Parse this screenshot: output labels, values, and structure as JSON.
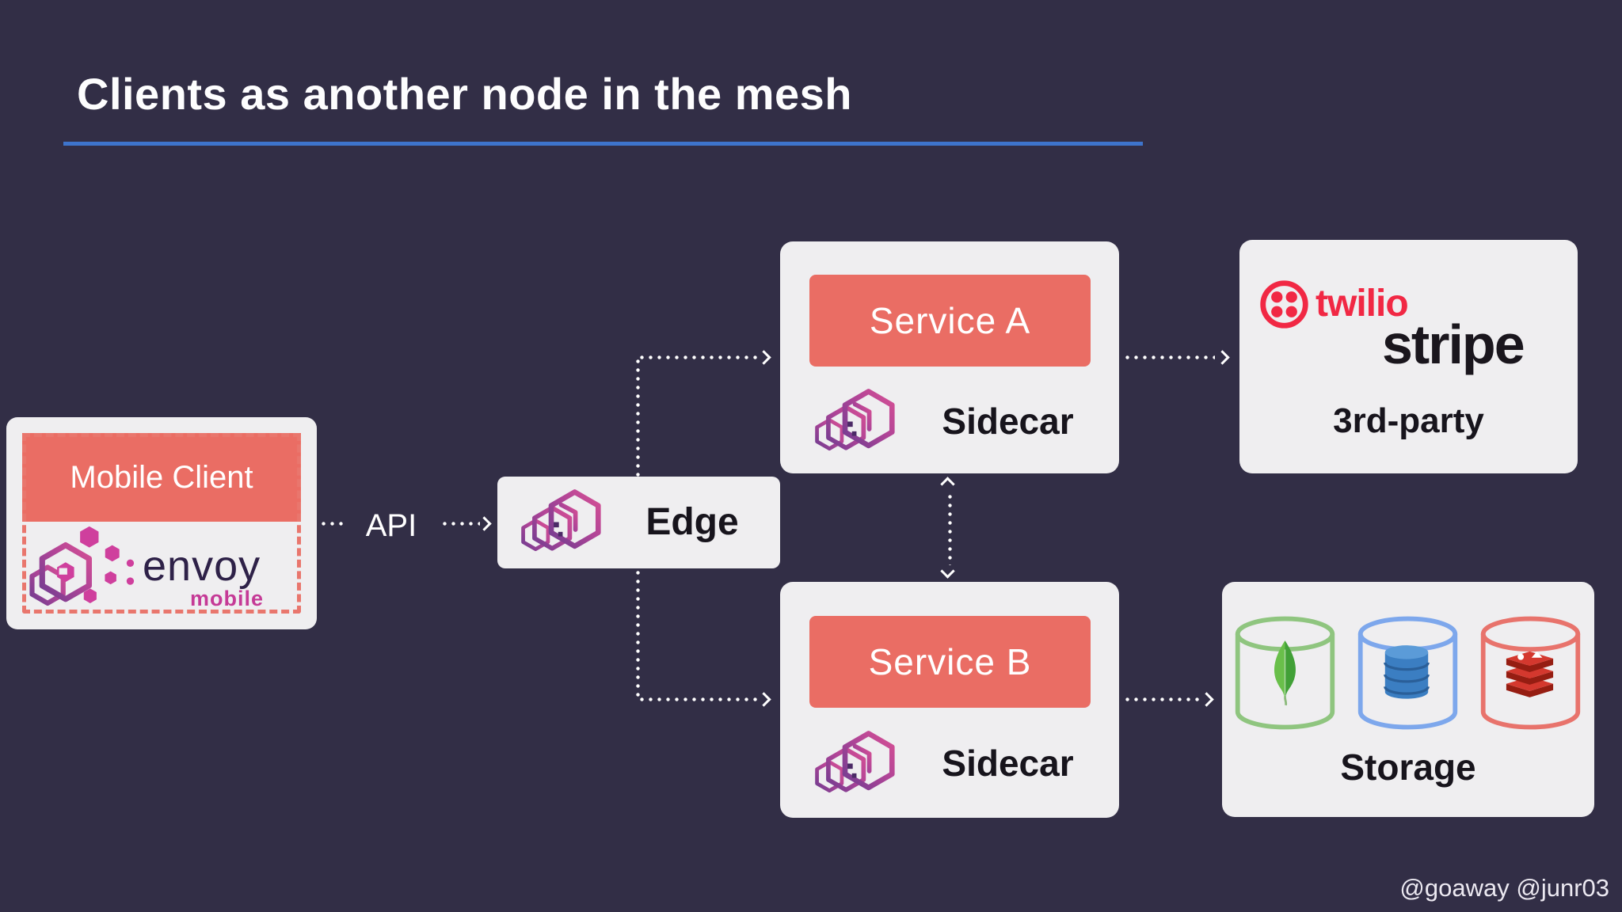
{
  "slide": {
    "title": "Clients as another node in the mesh",
    "attribution": "@goaway @junr03"
  },
  "labels": {
    "api": "API"
  },
  "nodes": {
    "mobile_client": {
      "label": "Mobile Client",
      "logo_word": "envoy",
      "logo_sub": "mobile",
      "icon": "envoy-mobile-logo"
    },
    "edge": {
      "label": "Edge",
      "icon": "envoy-logo"
    },
    "service_a": {
      "label": "Service A",
      "sidecar_label": "Sidecar",
      "icon": "envoy-logo"
    },
    "service_b": {
      "label": "Service B",
      "sidecar_label": "Sidecar",
      "icon": "envoy-logo"
    },
    "third_party": {
      "label": "3rd-party",
      "twilio_word": "twilio",
      "stripe_word": "stripe",
      "icons": [
        "twilio-logo",
        "stripe-logo"
      ]
    },
    "storage": {
      "label": "Storage",
      "icons": [
        "mongodb-cylinder",
        "dynamodb-cylinder",
        "redis-cylinder"
      ]
    }
  },
  "edges": [
    {
      "from": "mobile_client",
      "to": "edge",
      "label": "API",
      "style": "dotted-arrow"
    },
    {
      "from": "edge",
      "to": "service_a",
      "style": "dotted-arrow-elbow"
    },
    {
      "from": "edge",
      "to": "service_b",
      "style": "dotted-arrow-elbow"
    },
    {
      "from": "service_a",
      "to": "service_b",
      "style": "dotted-arrow-bidirectional"
    },
    {
      "from": "service_a",
      "to": "third_party",
      "style": "dotted-arrow"
    },
    {
      "from": "service_b",
      "to": "storage",
      "style": "dotted-arrow"
    }
  ],
  "colors": {
    "bg": "#322e46",
    "card": "#efeef0",
    "salmon": "#ea6d64",
    "blue": "#3e74cc",
    "ink": "#17141c",
    "envoy-dark": "#2e2148",
    "envoy-pink": "#c53a96",
    "twilio-red": "#f12844",
    "mongo-green": "#4fa83d",
    "dynamo-blue": "#3b7ec2",
    "redis-red": "#c6302b"
  }
}
